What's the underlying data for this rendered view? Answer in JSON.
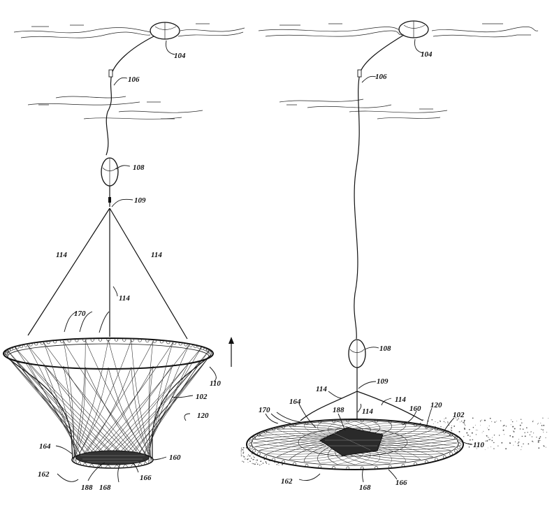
{
  "figure": {
    "left_panel": {
      "labels": {
        "float_top": "104",
        "line": "106",
        "float_mid": "108",
        "connector": "109",
        "bridle_left": "114",
        "bridle_right": "114",
        "bridle_center": "114",
        "mesh_rings": "170",
        "top_ring": "110",
        "body": "102",
        "side": "120",
        "lower_ring": "164",
        "bottom_ring": "160",
        "bottom_left": "162",
        "bottom_panel": "188",
        "bottom_center": "168",
        "bottom_right": "166"
      }
    },
    "right_panel": {
      "labels": {
        "float_top": "104",
        "line": "106",
        "float_mid": "108",
        "connector": "109",
        "bridle_left": "114",
        "bridle_center": "114",
        "bridle_right": "114",
        "mesh_rings": "170",
        "inner_ring": "164",
        "bottom_panel": "188",
        "ring_160": "160",
        "side": "120",
        "body": "102",
        "top_ring": "110",
        "bottom_left": "162",
        "bottom_center": "168",
        "bottom_right": "166"
      }
    }
  }
}
